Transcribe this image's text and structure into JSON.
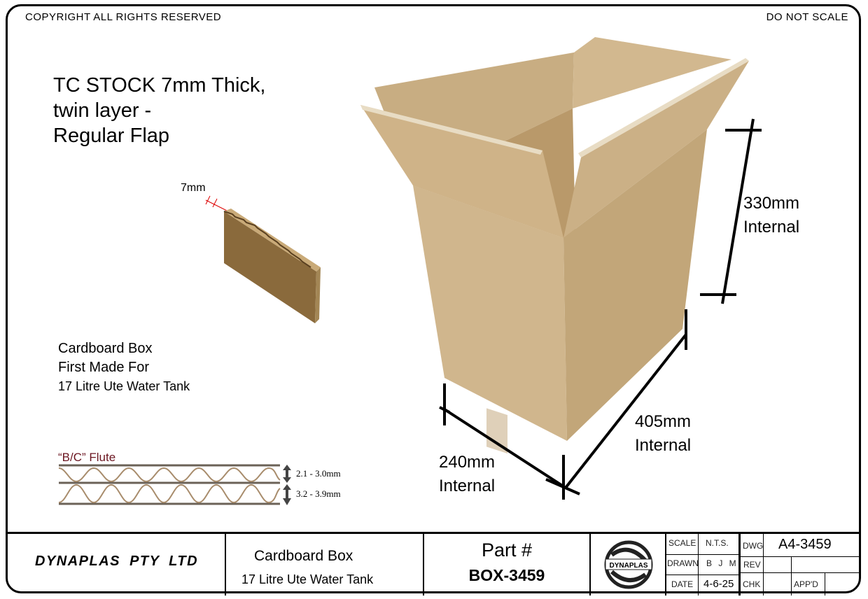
{
  "header": {
    "copyright": "COPYRIGHT ALL RIGHTS RESERVED",
    "scale_note": "DO NOT SCALE"
  },
  "title": {
    "line1": "TC STOCK 7mm Thick,",
    "line2": "twin layer -",
    "line3": "Regular Flap"
  },
  "sample": {
    "thickness": "7mm"
  },
  "made_for": {
    "line1": "Cardboard Box",
    "line2": "First Made For",
    "line3": "17 Litre Ute Water Tank"
  },
  "flute": {
    "label": "“B/C” Flute",
    "upper": "2.1 - 3.0mm",
    "lower": "3.2 - 3.9mm"
  },
  "dimensions": {
    "height_value": "330mm",
    "height_label": "Internal",
    "length_value": "405mm",
    "length_label": "Internal",
    "width_value": "240mm",
    "width_label": "Internal"
  },
  "title_block": {
    "company": "DYNAPLAS PTY LTD",
    "desc1": "Cardboard Box",
    "desc2": "17 Litre Ute Water Tank",
    "part_label": "Part #",
    "part_number": "BOX-3459",
    "logo_text": "DYNAPLAS",
    "scale_label": "SCALE",
    "scale_value": "N.T.S.",
    "drawn_label": "DRAWN",
    "drawn_value": "B J M",
    "date_label": "DATE",
    "date_value": "4-6-25",
    "dwg_label": "DWG",
    "dwg_value": "A4-3459",
    "rev_label": "REV",
    "chk_label": "CHK",
    "appd_label": "APP'D"
  }
}
